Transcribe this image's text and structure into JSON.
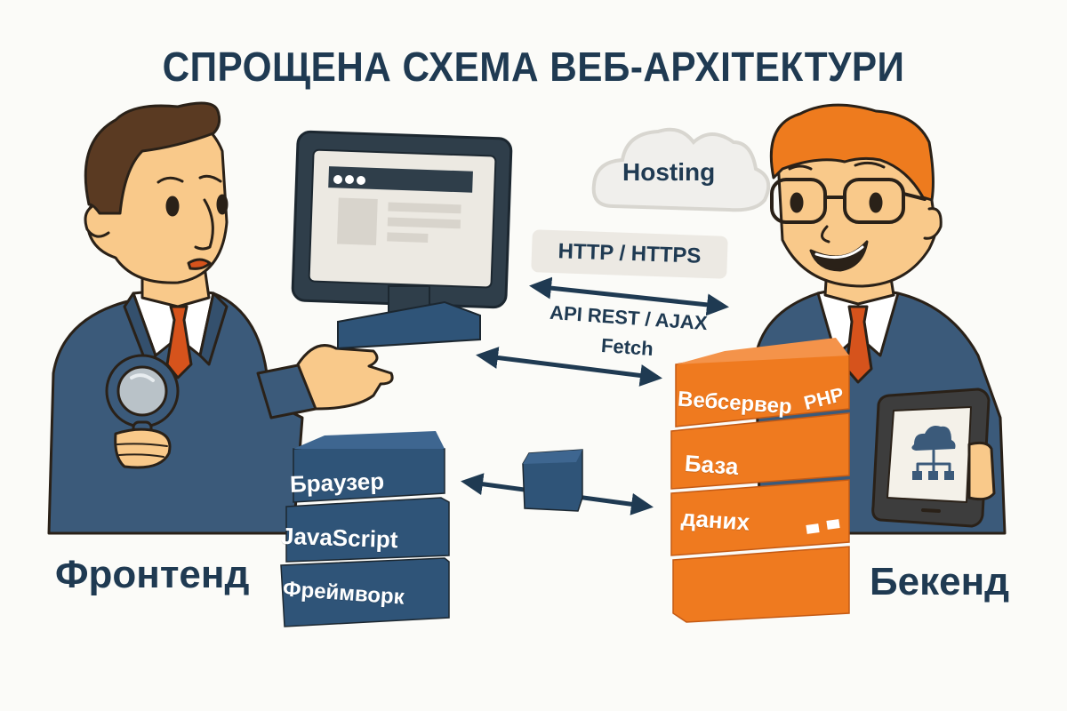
{
  "title": "СПРОЩЕНА СХЕМА ВЕБ-АРХІТЕКТУРИ",
  "colors": {
    "navy": "#1f3a52",
    "suit_blue": "#3b5a7a",
    "stack_blue": "#2f5478",
    "orange": "#ef7a1f",
    "orange_dark": "#d9601a",
    "tie": "#d6531c",
    "skin": "#f9c98a",
    "hair_brown": "#5a3a22",
    "hair_orange": "#ee7b1e",
    "outline": "#2a2118",
    "screen_bg": "#efece5",
    "background": "#fbfbf8"
  },
  "frontend": {
    "label": "Фронтенд",
    "character": "frontend-developer-with-magnifying-glass",
    "stack": [
      {
        "label": "Браузер"
      },
      {
        "label": "JavaScript"
      },
      {
        "label": "Фреймворк"
      }
    ]
  },
  "backend": {
    "label": "Бекенд",
    "character": "backend-developer-with-tablet",
    "stack": [
      {
        "label": "Вебсервер",
        "side_label": "PHP"
      },
      {
        "label": "База"
      },
      {
        "label": "даних"
      },
      {
        "label": ""
      }
    ]
  },
  "connections": {
    "hosting": "Hosting",
    "protocol": "HTTP / HTTPS",
    "api": "API REST / AJAX",
    "fetch": "Fetch"
  },
  "icons": {
    "monitor": "monitor-browser-icon",
    "cloud": "cloud-icon",
    "tablet": "tablet-cloud-network-icon",
    "magnifier": "magnifying-glass-icon",
    "data_cube": "data-cube-icon"
  }
}
